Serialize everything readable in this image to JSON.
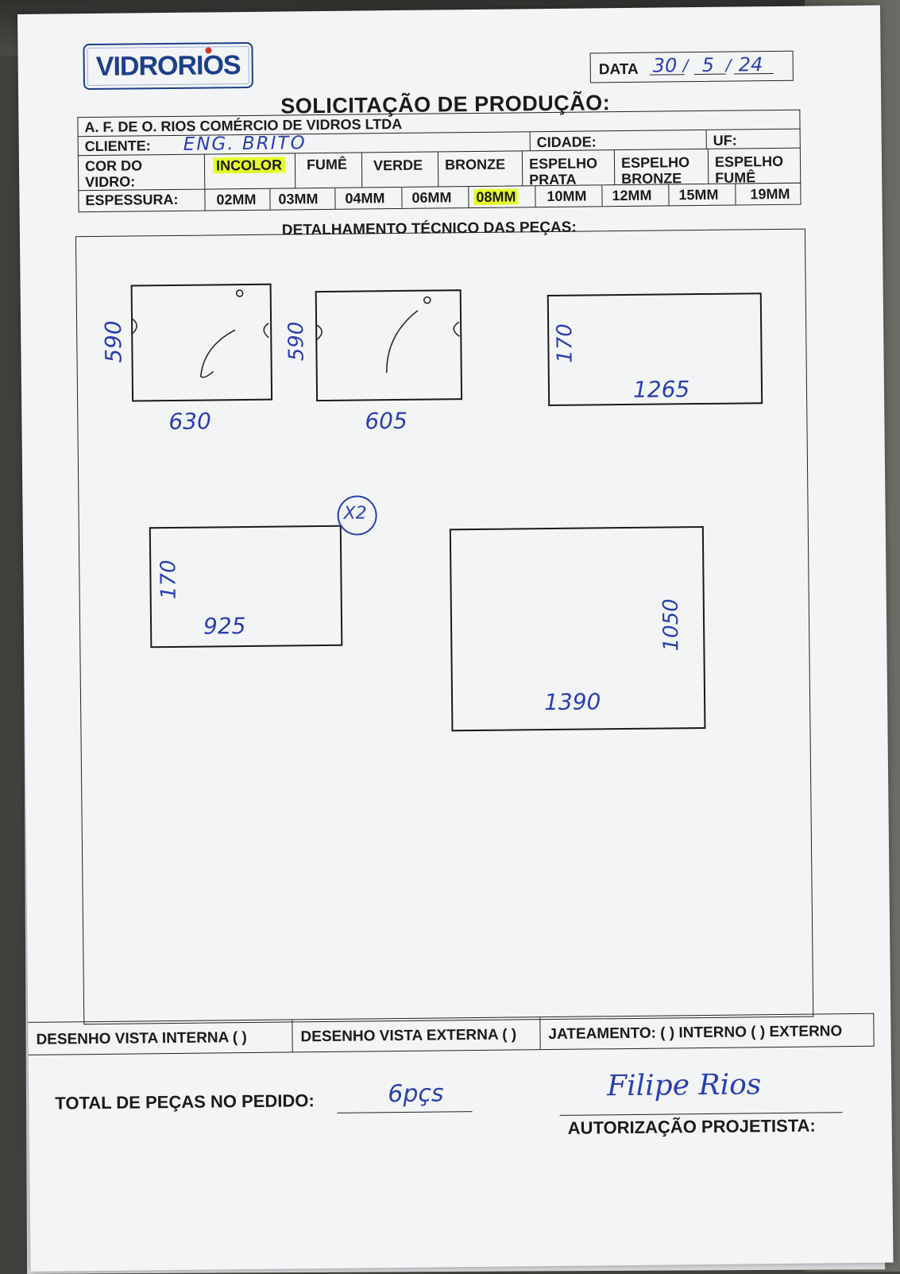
{
  "logo": {
    "text": "VIDRORIOS"
  },
  "date": {
    "label": "DATA",
    "day": "30",
    "month": "5",
    "year": "24",
    "sep": "/"
  },
  "form": {
    "title": "SOLICITAÇÃO DE PRODUÇÃO:",
    "company": "A. F. DE O. RIOS COMÉRCIO DE VIDROS LTDA",
    "client_label": "CLIENTE:",
    "client_value": "ENG. BRITO",
    "city_label": "CIDADE:",
    "uf_label": "UF:",
    "color_label_1": "COR DO",
    "color_label_2": "VIDRO:",
    "colors": [
      {
        "l1": "INCOLOR",
        "l2": "",
        "selected": true
      },
      {
        "l1": "FUMÊ",
        "l2": "",
        "selected": false
      },
      {
        "l1": "VERDE",
        "l2": "",
        "selected": false
      },
      {
        "l1": "BRONZE",
        "l2": "",
        "selected": false
      },
      {
        "l1": "ESPELHO",
        "l2": "PRATA",
        "selected": false
      },
      {
        "l1": "ESPELHO",
        "l2": "BRONZE",
        "selected": false
      },
      {
        "l1": "ESPELHO",
        "l2": "FUMÊ",
        "selected": false
      }
    ],
    "thickness_label": "ESPESSURA:",
    "thickness": [
      {
        "v": "02MM",
        "selected": false
      },
      {
        "v": "03MM",
        "selected": false
      },
      {
        "v": "04MM",
        "selected": false
      },
      {
        "v": "06MM",
        "selected": false
      },
      {
        "v": "08MM",
        "selected": true
      },
      {
        "v": "10MM",
        "selected": false
      },
      {
        "v": "12MM",
        "selected": false
      },
      {
        "v": "15MM",
        "selected": false
      },
      {
        "v": "19MM",
        "selected": false
      }
    ],
    "detail_title": "DETALHAMENTO TÉCNICO DAS PEÇAS:"
  },
  "pieces": [
    {
      "width": "630",
      "height": "590",
      "qty": ""
    },
    {
      "width": "605",
      "height": "590",
      "qty": ""
    },
    {
      "width": "1265",
      "height": "170",
      "qty": ""
    },
    {
      "width": "925",
      "height": "170",
      "qty": "X2"
    },
    {
      "width": "1390",
      "height": "1050",
      "qty": ""
    }
  ],
  "footer": {
    "internal": "DESENHO VISTA INTERNA ( )",
    "external": "DESENHO VISTA EXTERNA ( )",
    "sandblast": "JATEAMENTO: ( ) INTERNO ( ) EXTERNO"
  },
  "total": {
    "label": "TOTAL DE PEÇAS NO PEDIDO:",
    "value": "6pçs"
  },
  "authorization": {
    "label": "AUTORIZAÇÃO PROJETISTA:",
    "signature": "Filipe Rios"
  }
}
